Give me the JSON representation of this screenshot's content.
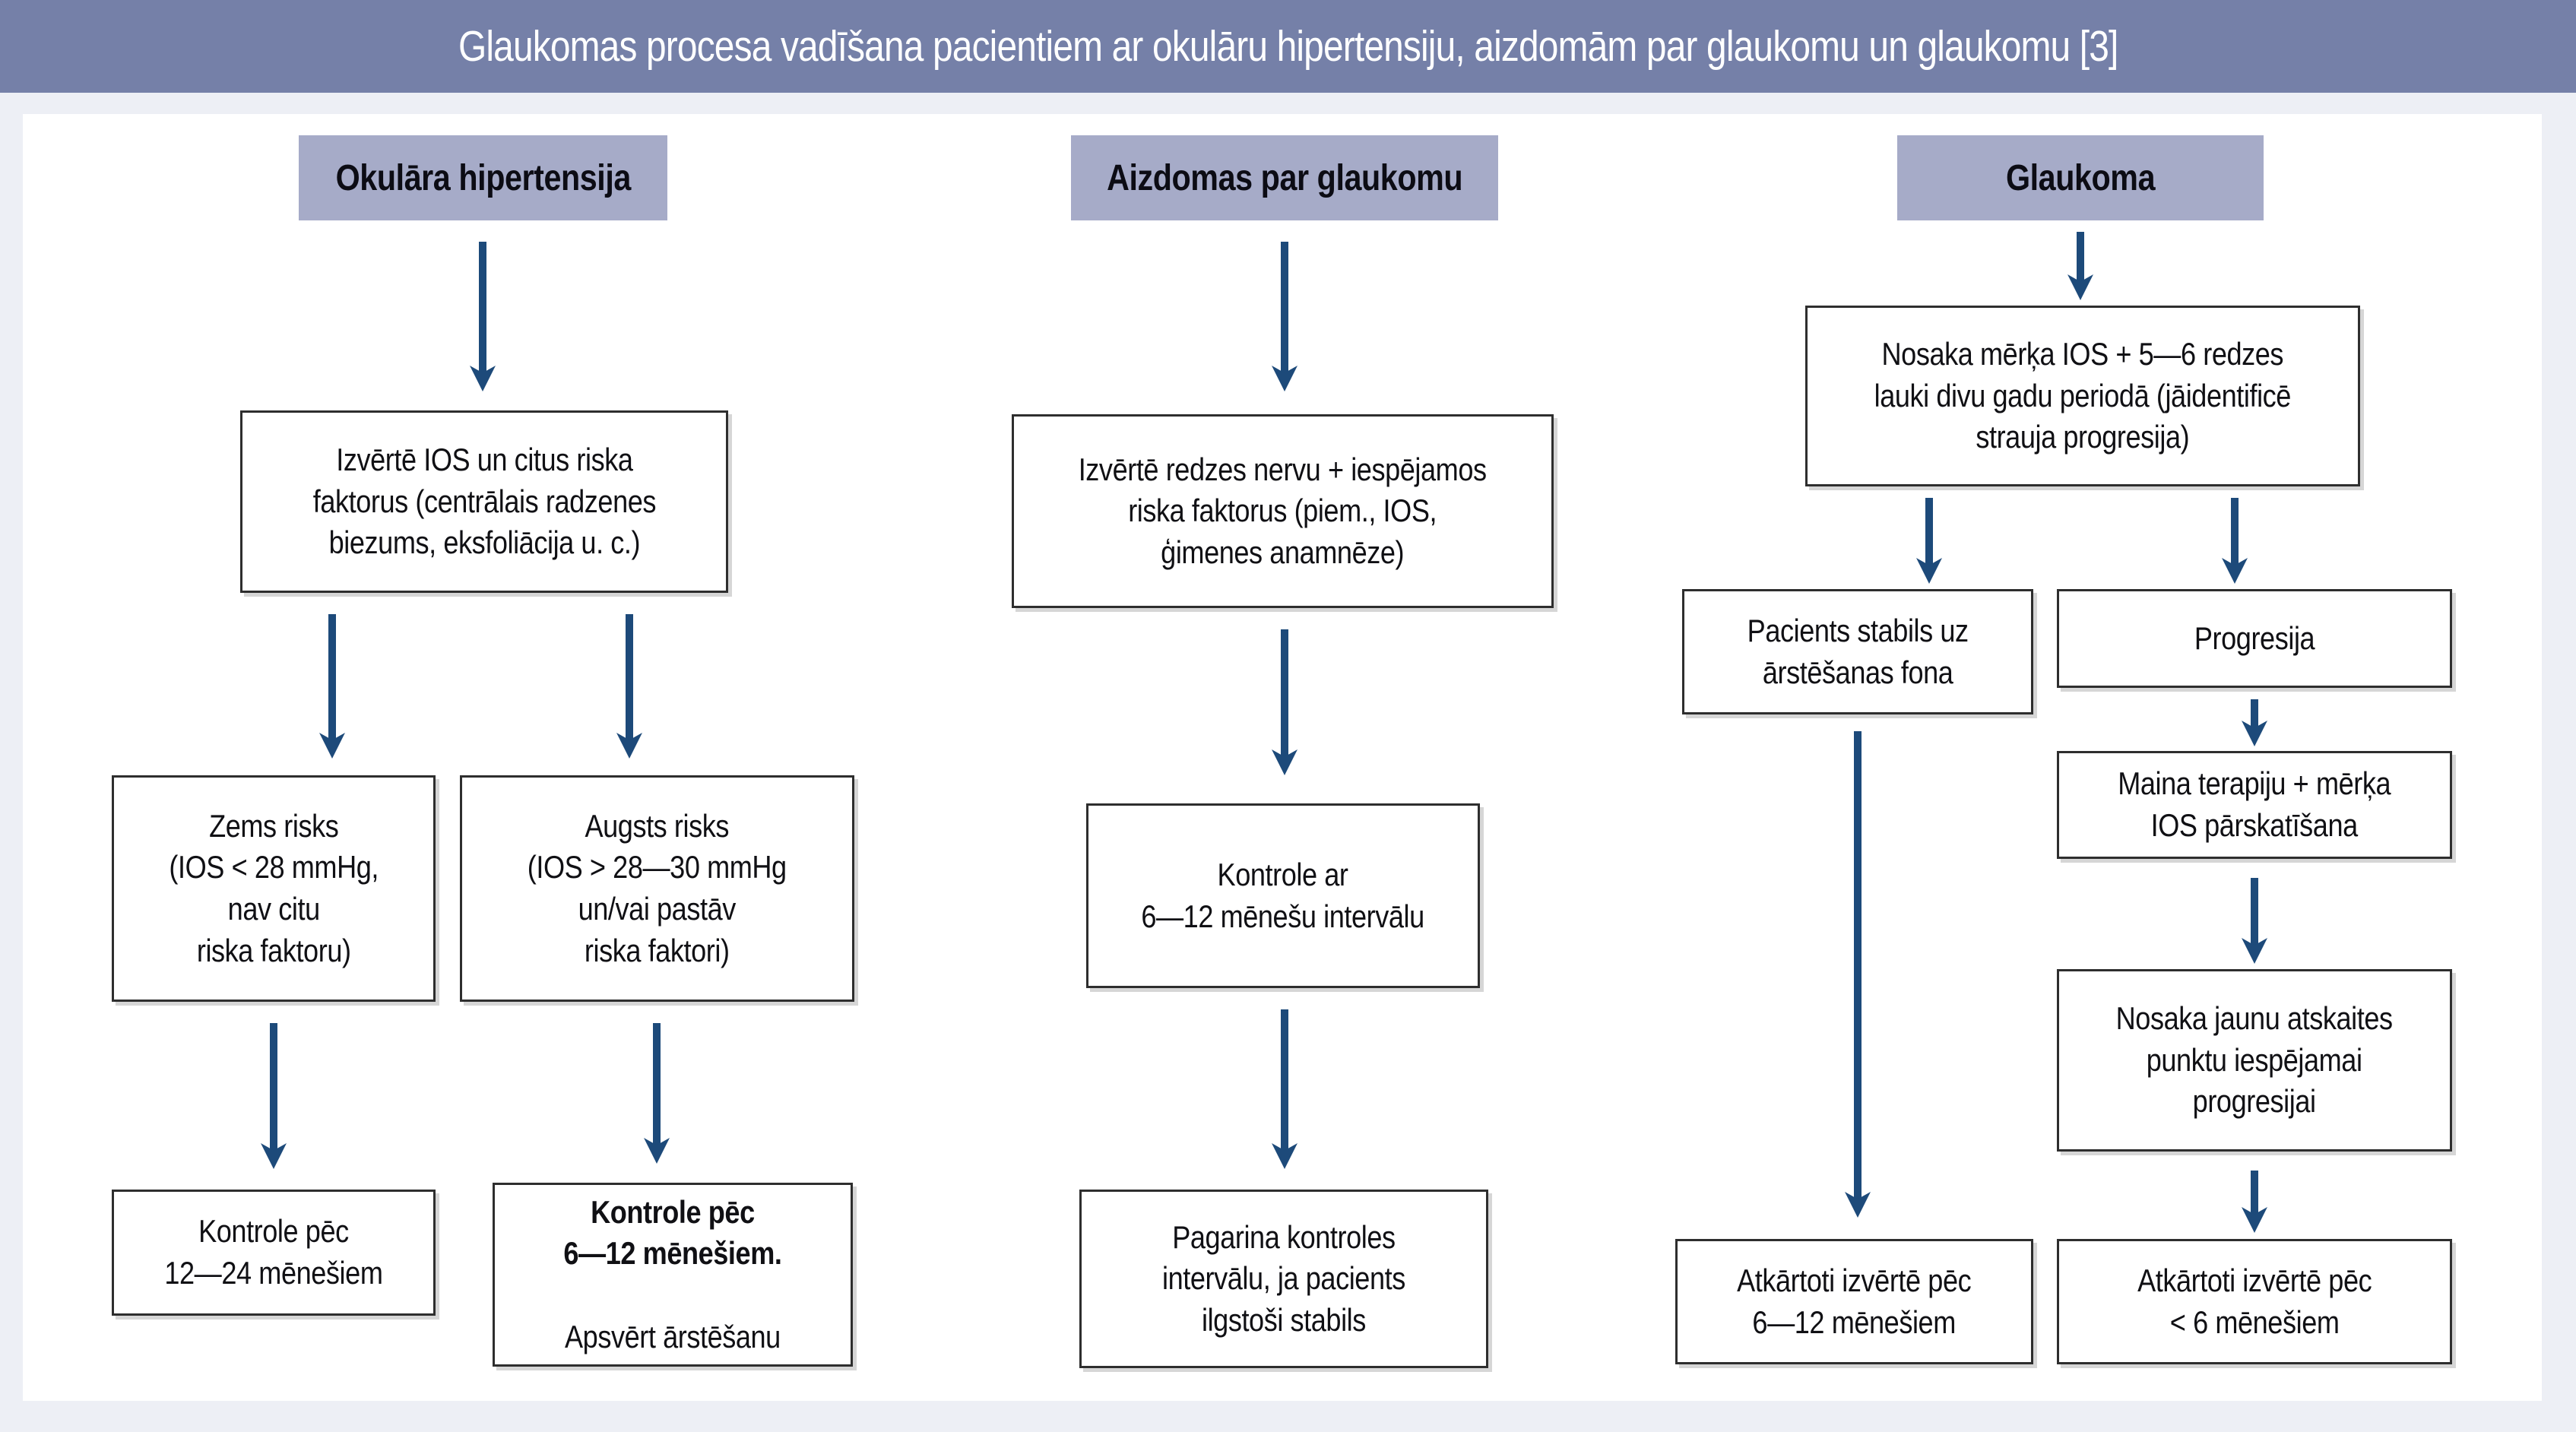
{
  "title": "Glaukomas procesa vadīšana pacientiem ar okulāru hipertensiju, aizdomām par glaukomu un glaukomu [3]",
  "colors": {
    "header_bar": "#7580a8",
    "column_header_bg": "#a6abc8",
    "arrow": "#1d4a7a",
    "page_background": "#edeff5",
    "content_background": "#ffffff",
    "box_border": "#2e2e2e"
  },
  "columns": [
    {
      "header": "Okulāra hipertensija",
      "assess": "Izvērtē IOS un citus riska\nfaktorus (centrālais radzenes\nbiezums, eksfoliācija u. c.)",
      "low_risk": "Zems risks\n(IOS < 28 mmHg,\nnav citu\nriska faktoru)",
      "high_risk": "Augsts risks\n(IOS > 28—30 mmHg\nun/vai pastāv\nriska faktori)",
      "control_low": "Kontrole pēc\n12—24 mēnešiem",
      "control_high_bold": "Kontrole pēc\n6—12 mēnešiem.",
      "control_high_rest": "Apsvērt ārstēšanu"
    },
    {
      "header": "Aizdomas par glaukomu",
      "assess": "Izvērtē redzes nervu + iespējamos\nriska faktorus (piem., IOS,\nģimenes anamnēze)",
      "control": "Kontrole ar\n6—12 mēnešu intervālu",
      "extend": "Pagarina kontroles\nintervālu, ja pacients\nilgstoši stabils"
    },
    {
      "header": "Glaukoma",
      "target": "Nosaka mērķa IOS + 5—6 redzes\nlauki divu gadu periodā (jāidentificē\nstrauja progresija)",
      "stable": "Pacients stabils uz\nārstēšanas fona",
      "progression": "Progresija",
      "change_therapy": "Maina terapiju + mērķa\nIOS pārskatīšana",
      "new_baseline": "Nosaka jaunu atskaites\npunktu iespējamai\nprogresijai",
      "reassess_stable": "Atkārtoti izvērtē pēc\n6—12 mēnešiem",
      "reassess_progression": "Atkārtoti izvērtē pēc\n< 6 mēnešiem"
    }
  ]
}
